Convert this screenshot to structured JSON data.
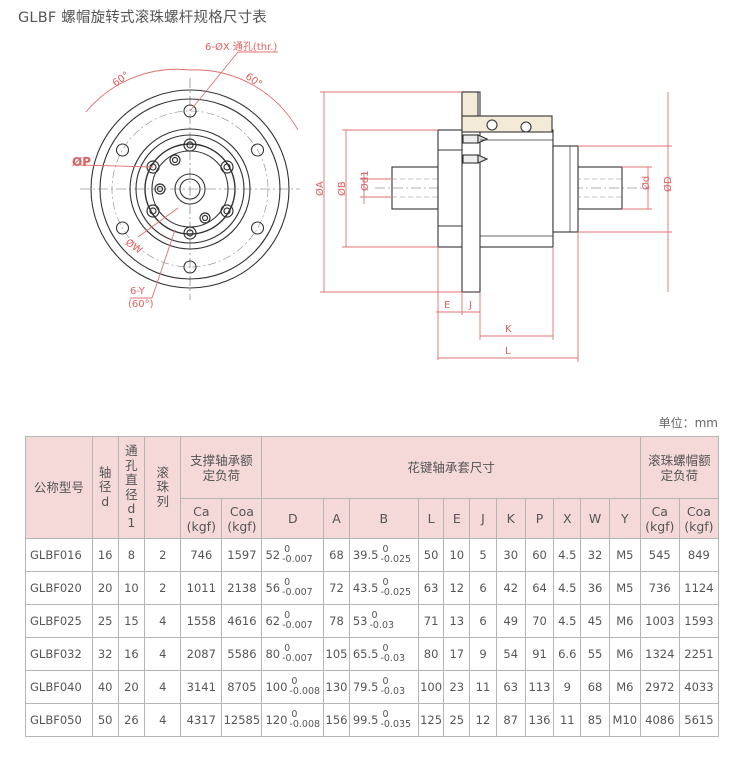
{
  "title": "GLBF 螺帽旋转式滚珠螺杆规格尺寸表",
  "drawing": {
    "labels": {
      "holes": "6-ØX 通孔(thr.)",
      "angle_left": "60°",
      "angle_right": "60°",
      "p": "ØP",
      "w": "ØW",
      "y_line1": "6-Y",
      "y_line2": "(60°)",
      "dA": "ØA",
      "dB": "ØB",
      "dd1": "Ød1",
      "dd": "Ød",
      "dD": "ØD",
      "E": "E",
      "J": "J",
      "K": "K",
      "L": "L"
    }
  },
  "unit": "单位：mm",
  "table": {
    "headers": {
      "model": "公称型号",
      "shaft": "轴径d",
      "hole": "通孔直径d1",
      "balls": "滚珠列",
      "support_group": "支撑轴承额定负荷",
      "spline_group": "花键轴承套尺寸",
      "nut_group": "滚珠螺帽额定负荷",
      "ca": "Ca",
      "coa": "Coa",
      "kgf": "(kgf)",
      "D": "D",
      "A": "A",
      "B": "B",
      "L": "L",
      "E": "E",
      "J": "J",
      "K": "K",
      "P": "P",
      "X": "X",
      "W": "W",
      "Y": "Y"
    },
    "rows": [
      {
        "model": "GLBF016",
        "d": "16",
        "d1": "8",
        "balls": "2",
        "ca": "746",
        "coa": "1597",
        "D": "52",
        "D_up": "0",
        "D_lo": "-0.007",
        "A": "68",
        "B": "39.5",
        "B_up": "0",
        "B_lo": "-0.025",
        "L": "50",
        "E": "10",
        "J": "5",
        "K": "30",
        "P": "60",
        "X": "4.5",
        "W": "32",
        "Y": "M5",
        "nca": "545",
        "ncoa": "849"
      },
      {
        "model": "GLBF020",
        "d": "20",
        "d1": "10",
        "balls": "2",
        "ca": "1011",
        "coa": "2138",
        "D": "56",
        "D_up": "0",
        "D_lo": "-0.007",
        "A": "72",
        "B": "43.5",
        "B_up": "0",
        "B_lo": "-0.025",
        "L": "63",
        "E": "12",
        "J": "6",
        "K": "42",
        "P": "64",
        "X": "4.5",
        "W": "36",
        "Y": "M5",
        "nca": "736",
        "ncoa": "1124"
      },
      {
        "model": "GLBF025",
        "d": "25",
        "d1": "15",
        "balls": "4",
        "ca": "1558",
        "coa": "4616",
        "D": "62",
        "D_up": "0",
        "D_lo": "-0.007",
        "A": "78",
        "B": "53",
        "B_up": "0",
        "B_lo": "-0.03",
        "L": "71",
        "E": "13",
        "J": "6",
        "K": "49",
        "P": "70",
        "X": "4.5",
        "W": "45",
        "Y": "M6",
        "nca": "1003",
        "ncoa": "1593"
      },
      {
        "model": "GLBF032",
        "d": "32",
        "d1": "16",
        "balls": "4",
        "ca": "2087",
        "coa": "5586",
        "D": "80",
        "D_up": "0",
        "D_lo": "-0.007",
        "A": "105",
        "B": "65.5",
        "B_up": "0",
        "B_lo": "-0.03",
        "L": "80",
        "E": "17",
        "J": "9",
        "K": "54",
        "P": "91",
        "X": "6.6",
        "W": "55",
        "Y": "M6",
        "nca": "1324",
        "ncoa": "2251"
      },
      {
        "model": "GLBF040",
        "d": "40",
        "d1": "20",
        "balls": "4",
        "ca": "3141",
        "coa": "8705",
        "D": "100",
        "D_up": "0",
        "D_lo": "-0.008",
        "A": "130",
        "B": "79.5",
        "B_up": "0",
        "B_lo": "-0.03",
        "L": "100",
        "E": "23",
        "J": "11",
        "K": "63",
        "P": "113",
        "X": "9",
        "W": "68",
        "Y": "M6",
        "nca": "2972",
        "ncoa": "4033"
      },
      {
        "model": "GLBF050",
        "d": "50",
        "d1": "26",
        "balls": "4",
        "ca": "4317",
        "coa": "12585",
        "D": "120",
        "D_up": "0",
        "D_lo": "-0.008",
        "A": "156",
        "B": "99.5",
        "B_up": "0",
        "B_lo": "-0.035",
        "L": "125",
        "E": "25",
        "J": "12",
        "K": "87",
        "P": "136",
        "X": "11",
        "W": "85",
        "Y": "M10",
        "nca": "4086",
        "ncoa": "5615"
      }
    ]
  }
}
